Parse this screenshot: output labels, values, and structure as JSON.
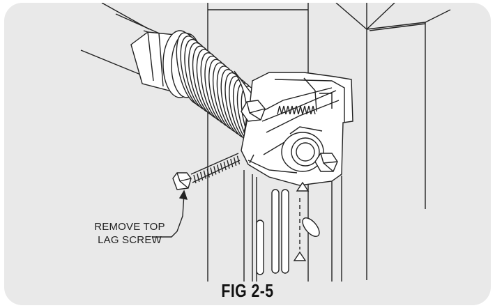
{
  "callout": {
    "line1": "REMOVE TOP",
    "line2": "LAG SCREW"
  },
  "caption": "FIG 2-5",
  "colors": {
    "panel": "#e9e9e9",
    "line": "#222222",
    "part_fill": "#ffffff",
    "spring_shade": "#cfcfcf"
  }
}
